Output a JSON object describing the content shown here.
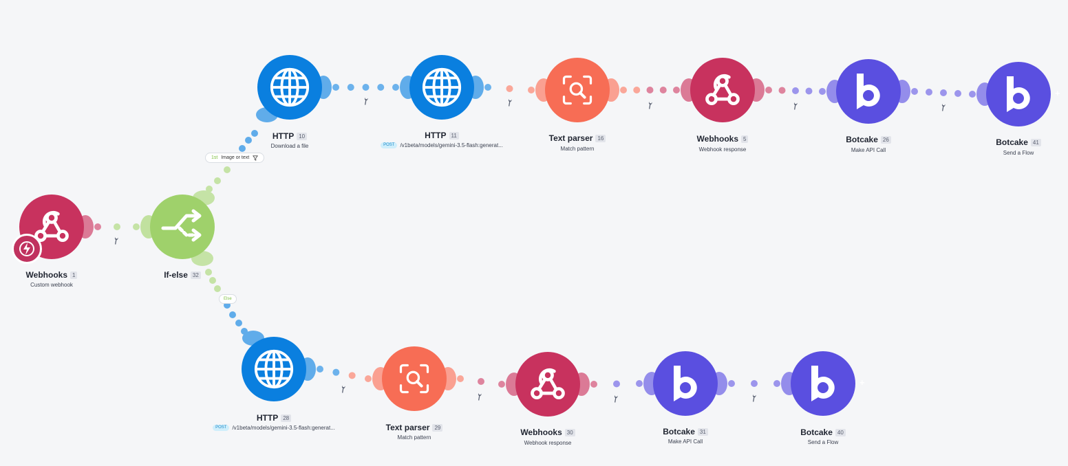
{
  "colors": {
    "webhooks": "#c8325e",
    "router": "#9fd16b",
    "http": "#0a7fdf",
    "text_parser": "#f76d55",
    "botcake": "#5a4fe0"
  },
  "filter": {
    "seq": "1st",
    "label": "Image or text",
    "icon": "funnel-icon"
  },
  "else_label": "Else",
  "tool_icon": "wrench-icon",
  "plus_label": "+",
  "nodes": [
    {
      "app": "Webhooks",
      "id": "1",
      "sub": "Custom webhook",
      "post": "",
      "icon": "webhook-icon"
    },
    {
      "app": "If-else",
      "id": "32",
      "sub": "",
      "post": "",
      "icon": "router-icon"
    },
    {
      "app": "HTTP",
      "id": "10",
      "sub": "Download a file",
      "post": "",
      "icon": "globe-icon"
    },
    {
      "app": "HTTP",
      "id": "11",
      "sub": "/v1beta/models/gemini-3.5-flash:generat...",
      "post": "POST",
      "icon": "globe-icon"
    },
    {
      "app": "Text parser",
      "id": "16",
      "sub": "Match pattern",
      "post": "",
      "icon": "text-parser-icon"
    },
    {
      "app": "Webhooks",
      "id": "5",
      "sub": "Webhook response",
      "post": "",
      "icon": "webhook-icon"
    },
    {
      "app": "Botcake",
      "id": "26",
      "sub": "Make API Call",
      "post": "",
      "icon": "botcake-icon"
    },
    {
      "app": "Botcake",
      "id": "41",
      "sub": "Send a Flow",
      "post": "",
      "icon": "botcake-icon"
    },
    {
      "app": "HTTP",
      "id": "28",
      "sub": "/v1beta/models/gemini-3.5-flash:generat...",
      "post": "POST",
      "icon": "globe-icon"
    },
    {
      "app": "Text parser",
      "id": "29",
      "sub": "Match pattern",
      "post": "",
      "icon": "text-parser-icon"
    },
    {
      "app": "Webhooks",
      "id": "30",
      "sub": "Webhook response",
      "post": "",
      "icon": "webhook-icon"
    },
    {
      "app": "Botcake",
      "id": "31",
      "sub": "Make API Call",
      "post": "",
      "icon": "botcake-icon"
    },
    {
      "app": "Botcake",
      "id": "40",
      "sub": "Send a Flow",
      "post": "",
      "icon": "botcake-icon"
    }
  ]
}
